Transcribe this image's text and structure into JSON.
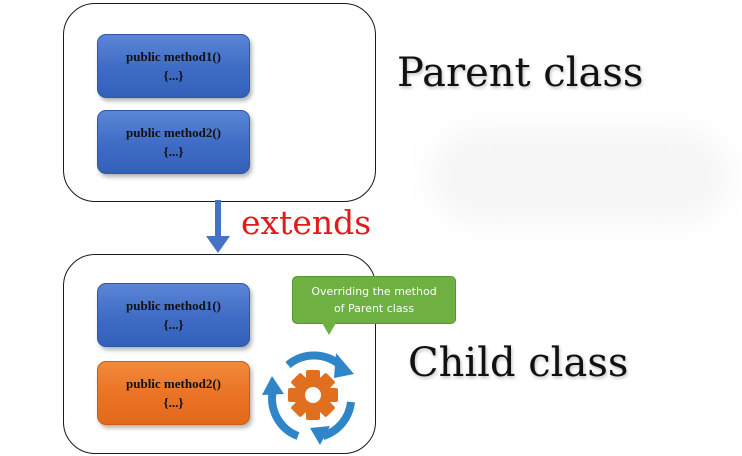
{
  "parent_class": {
    "label": "Parent class",
    "methods": [
      {
        "signature": "public method1()",
        "body": "{...}"
      },
      {
        "signature": "public method2()",
        "body": "{...}"
      }
    ]
  },
  "relation": {
    "label": "extends"
  },
  "child_class": {
    "label": "Child class",
    "methods": [
      {
        "signature": "public method1()",
        "body": "{...}"
      },
      {
        "signature": "public method2()",
        "body": "{...}"
      }
    ]
  },
  "callout": {
    "line1": "Overriding the method",
    "line2": "of Parent class"
  },
  "icons": {
    "override": "refresh-gear-icon"
  },
  "colors": {
    "inherited_method": "#4472c4",
    "overridden_method": "#ed7d31",
    "extends_text": "#e31a1a",
    "callout": "#70ad47",
    "gear": "#e0701f",
    "cycle_arrows": "#2e86c9"
  }
}
